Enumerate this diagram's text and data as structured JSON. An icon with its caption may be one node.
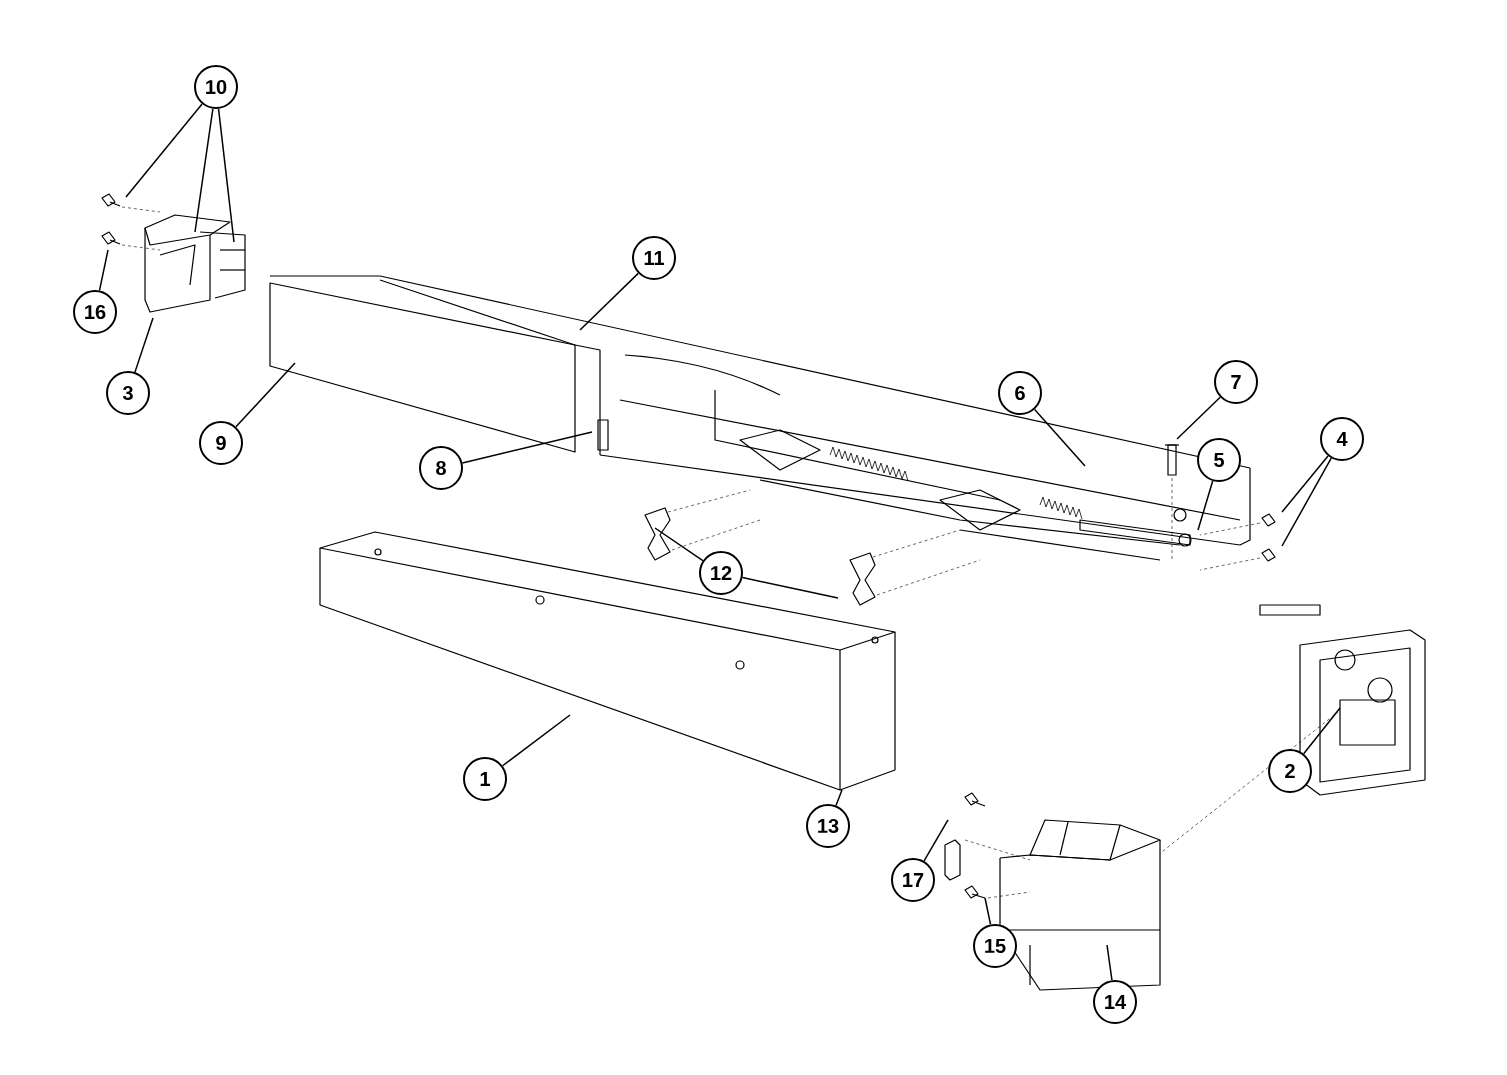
{
  "diagram": {
    "nodes": [
      {
        "text": [
          "10"
        ]
      },
      {
        "text": [
          "16"
        ]
      },
      {
        "text": [
          "3"
        ]
      },
      {
        "text": [
          "9"
        ]
      },
      {
        "text": [
          "11"
        ]
      },
      {
        "text": [
          "8"
        ]
      },
      {
        "text": [
          "6"
        ]
      },
      {
        "text": [
          "7"
        ]
      },
      {
        "text": [
          "5"
        ]
      },
      {
        "text": [
          "4"
        ]
      },
      {
        "text": [
          "12"
        ]
      },
      {
        "text": [
          "1"
        ]
      },
      {
        "text": [
          "13"
        ]
      },
      {
        "text": [
          "2"
        ]
      },
      {
        "text": [
          "17"
        ]
      },
      {
        "text": [
          "15"
        ]
      },
      {
        "text": [
          "14"
        ]
      }
    ],
    "edges": [
      {
        "from": 0,
        "to": null,
        "arrow": "none"
      },
      {
        "from": 0,
        "to": null,
        "arrow": "none"
      },
      {
        "from": 0,
        "to": null,
        "arrow": "none"
      },
      {
        "from": 1,
        "to": null,
        "arrow": "none"
      },
      {
        "from": 2,
        "to": null,
        "arrow": "none"
      },
      {
        "from": 3,
        "to": null,
        "arrow": "none"
      },
      {
        "from": 4,
        "to": null,
        "arrow": "none"
      },
      {
        "from": 5,
        "to": null,
        "arrow": "none"
      },
      {
        "from": 6,
        "to": null,
        "arrow": "none"
      },
      {
        "from": 7,
        "to": null,
        "arrow": "none"
      },
      {
        "from": 8,
        "to": null,
        "arrow": "none"
      },
      {
        "from": 9,
        "to": null,
        "arrow": "none"
      },
      {
        "from": 9,
        "to": null,
        "arrow": "none"
      },
      {
        "from": 10,
        "to": null,
        "arrow": "none"
      },
      {
        "from": 10,
        "to": null,
        "arrow": "none"
      },
      {
        "from": 11,
        "to": null,
        "arrow": "none"
      },
      {
        "from": 12,
        "to": null,
        "arrow": "none"
      },
      {
        "from": 13,
        "to": null,
        "arrow": "none"
      },
      {
        "from": 14,
        "to": null,
        "arrow": "none"
      },
      {
        "from": 15,
        "to": null,
        "arrow": "none"
      },
      {
        "from": 16,
        "to": null,
        "arrow": "none"
      }
    ]
  }
}
